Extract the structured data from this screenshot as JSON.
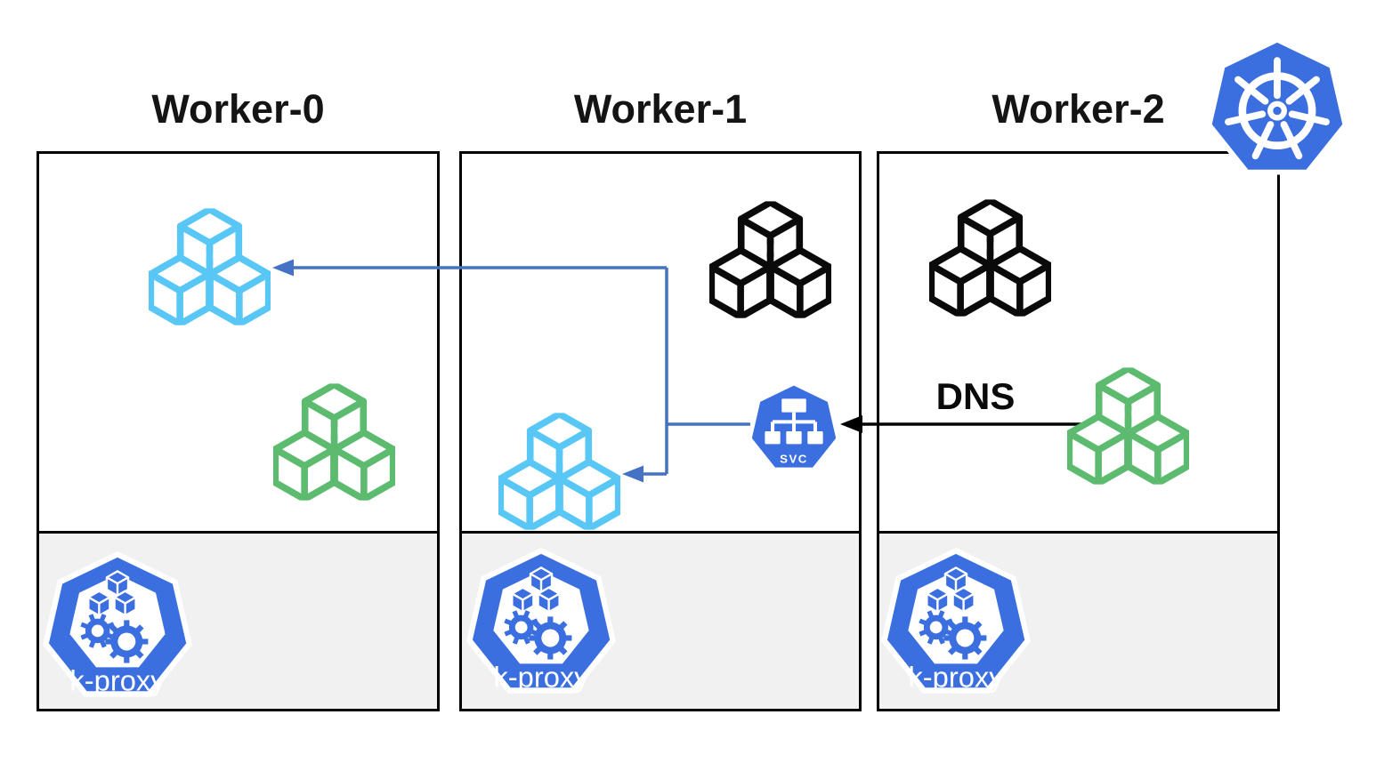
{
  "colors": {
    "kubernetes_blue": "#3B6FE0",
    "pod_cyan": "#58C7F6",
    "pod_green": "#5CBB6F",
    "pod_black": "#0A0A0A",
    "connector_blue": "#4472C4",
    "arrow_black": "#000000",
    "node_border": "#000000",
    "node_fill": "#FFFFFF",
    "proxy_strip_gray": "#F1F1F1"
  },
  "nodes": [
    {
      "title": "Worker-0",
      "kproxy_label": "k-proxy",
      "pods": [
        "cyan",
        "green"
      ]
    },
    {
      "title": "Worker-1",
      "kproxy_label": "k-proxy",
      "pods": [
        "black",
        "cyan"
      ],
      "service_label": "SVC"
    },
    {
      "title": "Worker-2",
      "kproxy_label": "k-proxy",
      "pods": [
        "black",
        "green"
      ]
    }
  ],
  "annotations": {
    "dns_label": "DNS"
  }
}
